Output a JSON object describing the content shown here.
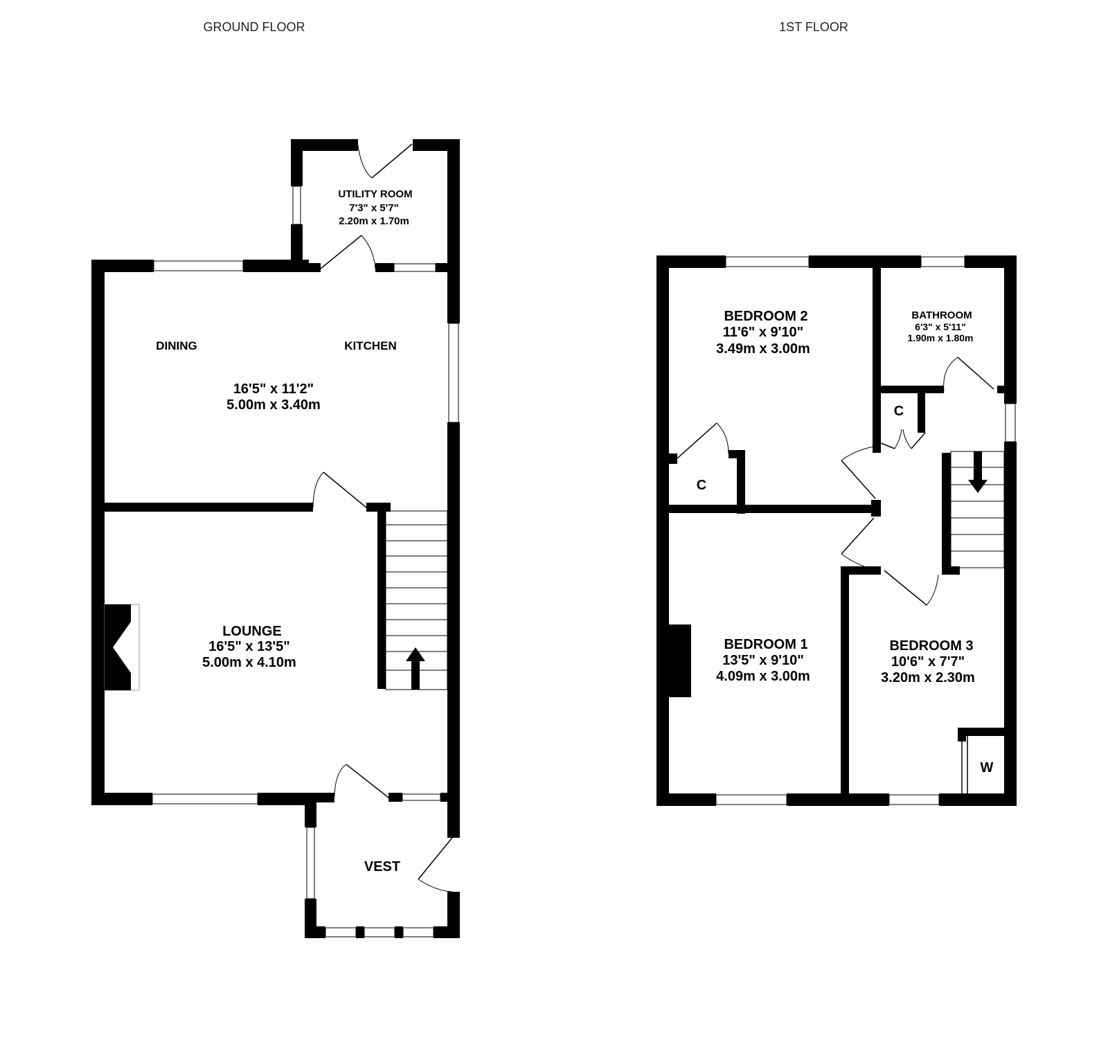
{
  "floors": {
    "ground": {
      "title": "GROUND FLOOR",
      "utility": {
        "name": "UTILITY ROOM",
        "imperial": "7'3\"  x 5'7\"",
        "metric": "2.20m  x 1.70m"
      },
      "dining_label": "DINING",
      "kitchen_label": "KITCHEN",
      "kitchen_dining": {
        "imperial": "16'5\"  x 11'2\"",
        "metric": "5.00m  x 3.40m"
      },
      "lounge": {
        "name": "LOUNGE",
        "imperial": "16'5\"  x 13'5\"",
        "metric": "5.00m  x 4.10m"
      },
      "vestibule": {
        "name": "VEST"
      }
    },
    "first": {
      "title": "1ST FLOOR",
      "bedroom2": {
        "name": "BEDROOM 2",
        "imperial": "11'6\"  x 9'10\"",
        "metric": "3.49m  x 3.00m"
      },
      "bathroom": {
        "name": "BATHROOM",
        "imperial": "6'3\"  x 5'11\"",
        "metric": "1.90m  x 1.80m"
      },
      "bedroom1": {
        "name": "BEDROOM 1",
        "imperial": "13'5\"  x 9'10\"",
        "metric": "4.09m  x 3.00m"
      },
      "bedroom3": {
        "name": "BEDROOM 3",
        "imperial": "10'6\"  x 7'7\"",
        "metric": "3.20m  x 2.30m"
      },
      "cupboard_label": "C",
      "landing_cupboard_label": "C",
      "wardrobe_label": "W"
    }
  }
}
